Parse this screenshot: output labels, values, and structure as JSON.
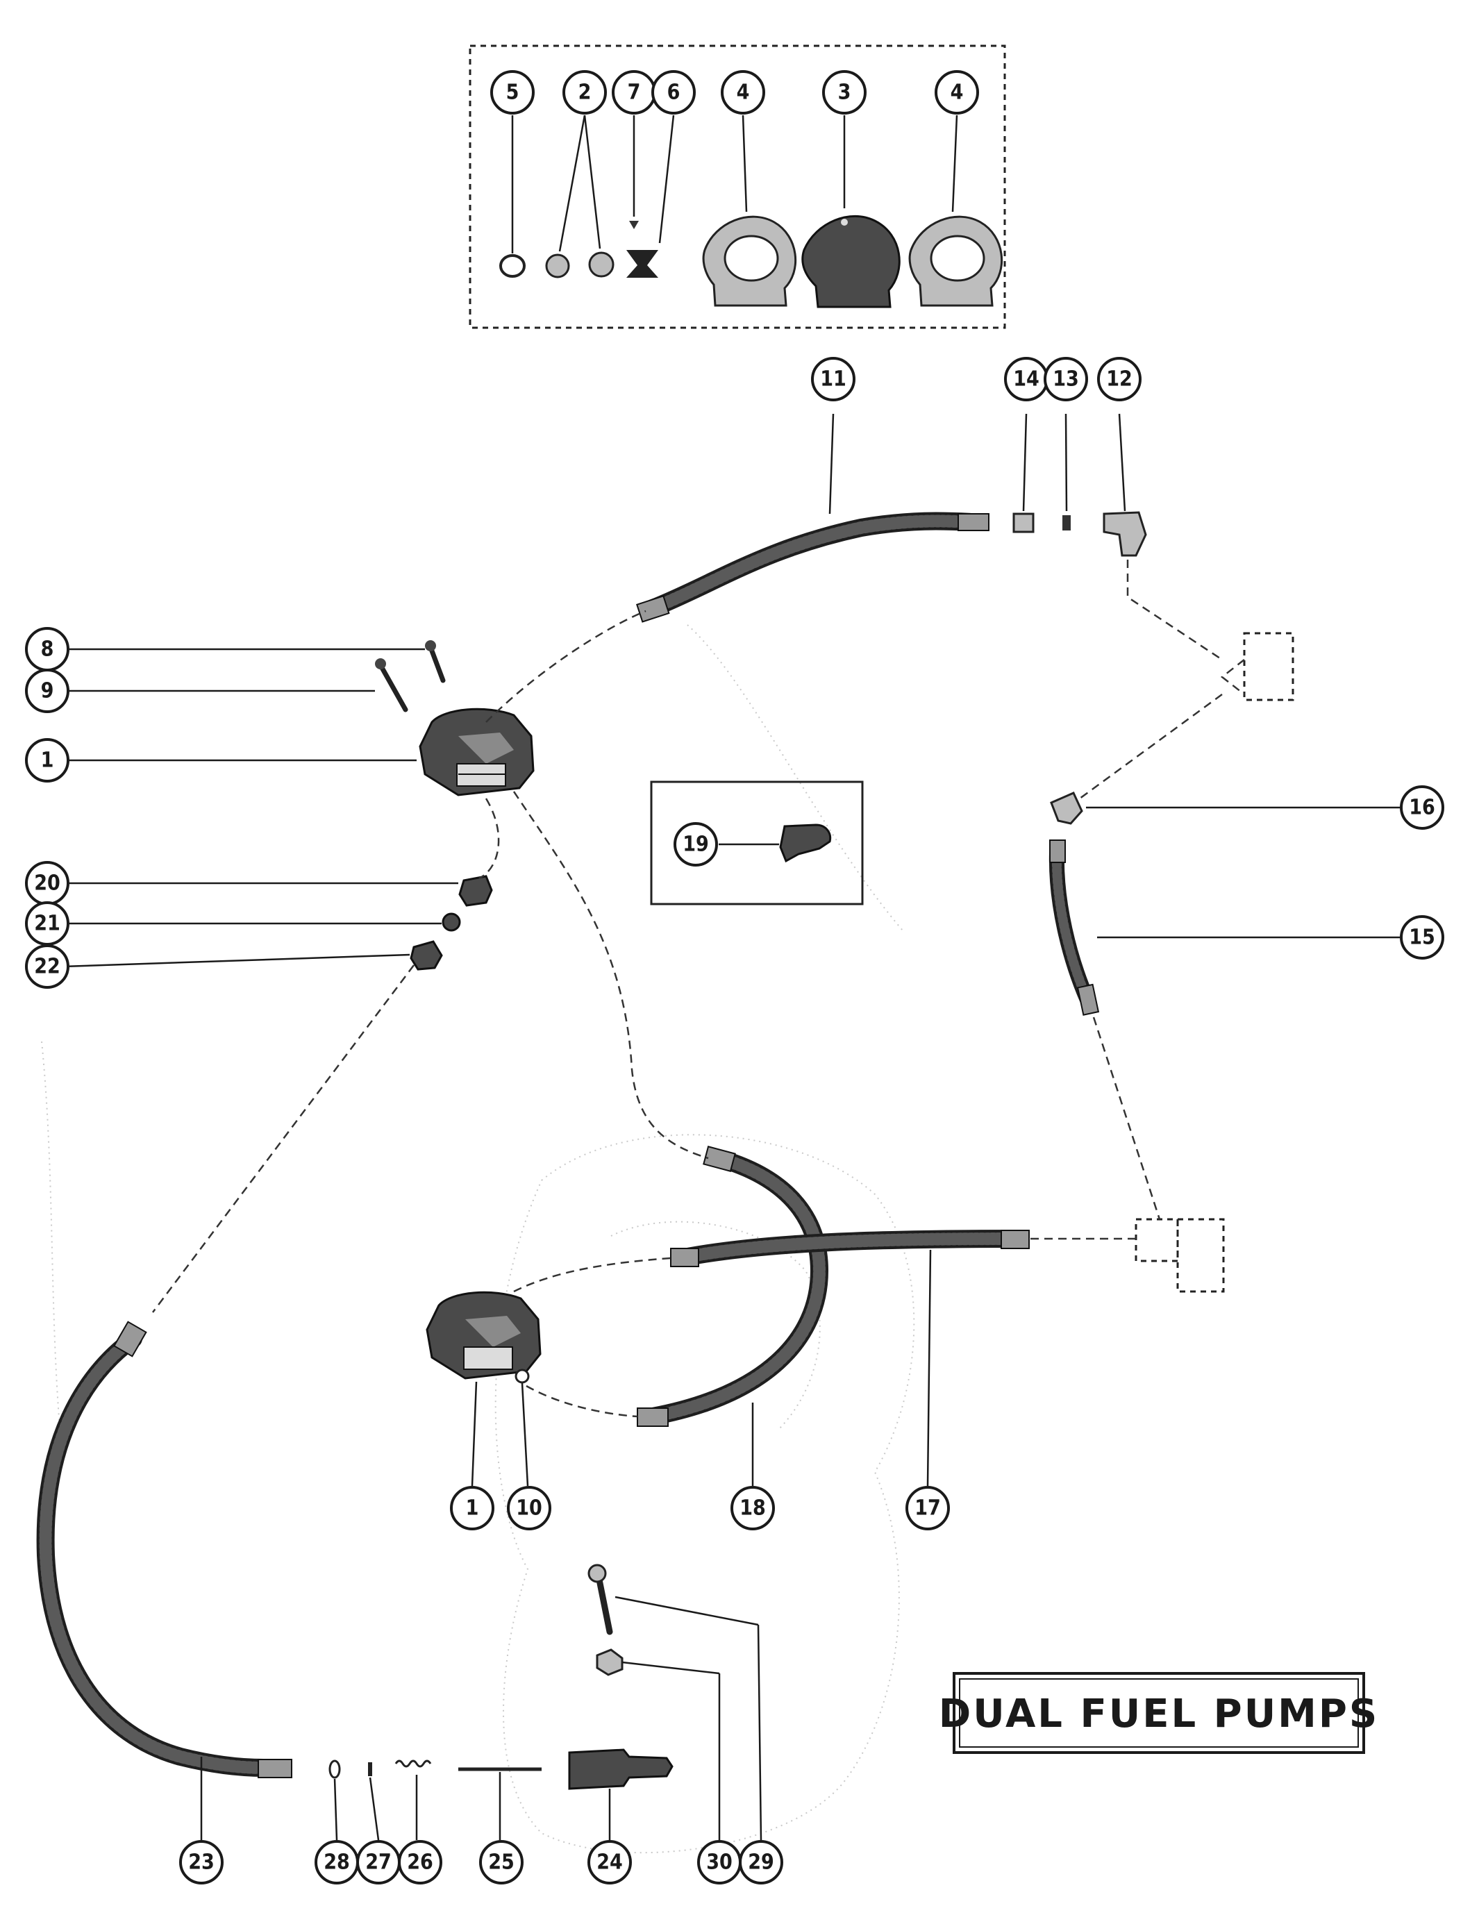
{
  "title": "DUAL FUEL PUMPS",
  "callouts": [
    "1",
    "1",
    "2",
    "3",
    "4",
    "4",
    "5",
    "6",
    "7",
    "8",
    "9",
    "10",
    "11",
    "12",
    "13",
    "14",
    "15",
    "16",
    "17",
    "18",
    "19",
    "20",
    "21",
    "22",
    "23",
    "24",
    "25",
    "26",
    "27",
    "28",
    "29",
    "30"
  ],
  "colors": {
    "ink": "#1a1a1a",
    "background": "#ffffff",
    "ghost": "#c9c9c9"
  }
}
